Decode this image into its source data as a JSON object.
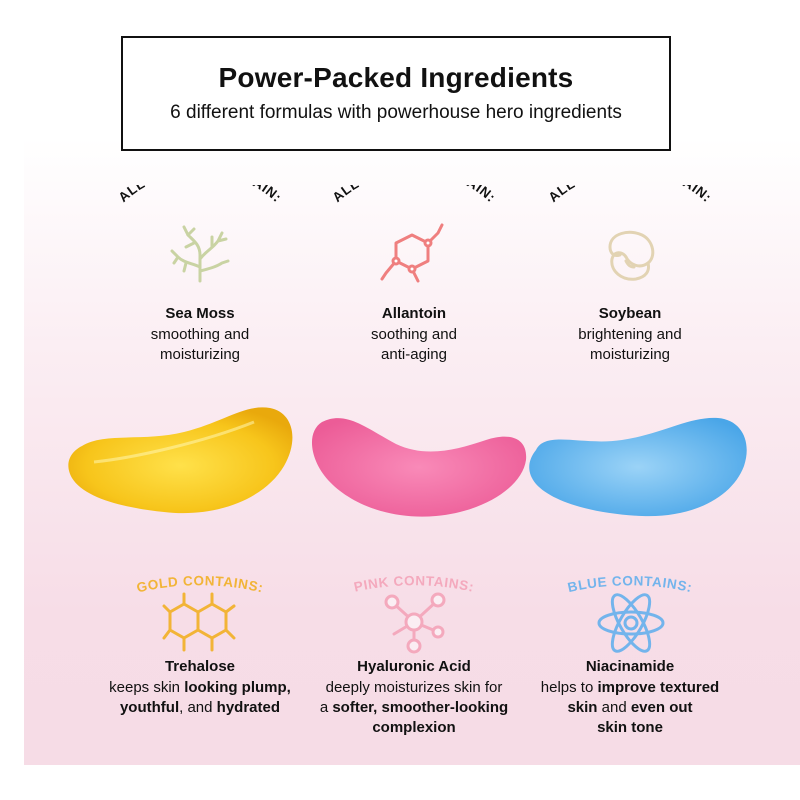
{
  "header": {
    "title": "Power-Packed Ingredients",
    "subtitle": "6 different formulas with powerhouse hero ingredients"
  },
  "colors": {
    "all_contain_text": "#111111",
    "sea_moss_icon": "#c9d3a3",
    "allantoin_icon": "#ef7f7f",
    "soybean_icon": "#e2d3b3",
    "gold": "#f2b437",
    "pink": "#f4a9bd",
    "blue": "#73b4ec",
    "gold_patch": "#f7c51b",
    "pink_patch": "#f06ba0",
    "blue_patch": "#5fb6ee"
  },
  "all_colors": [
    {
      "label": "ALL COLORS CONTAIN:",
      "icon": "sea-moss-icon",
      "name": "Sea Moss",
      "desc": [
        "smoothing and",
        "moisturizing"
      ]
    },
    {
      "label": "ALL COLORS CONTAIN:",
      "icon": "allantoin-molecule-icon",
      "name": "Allantoin",
      "desc": [
        "soothing and",
        "anti-aging"
      ]
    },
    {
      "label": "ALL COLORS CONTAIN:",
      "icon": "soybean-icon",
      "name": "Soybean",
      "desc": [
        "brightening and",
        "moisturizing"
      ]
    }
  ],
  "patches": [
    "gold-eye-patch",
    "pink-eye-patch",
    "blue-eye-patch"
  ],
  "color_specific": [
    {
      "label": "GOLD CONTAINS:",
      "icon": "trehalose-molecule-icon",
      "name": "Trehalose",
      "line1_a": "keeps skin ",
      "line1_b": "looking plump,",
      "line2_a": "youthful",
      "line2_b": ", and ",
      "line2_c": "hydrated"
    },
    {
      "label": "PINK CONTAINS:",
      "icon": "hyaluronic-acid-icon",
      "name": "Hyaluronic Acid",
      "line1": "deeply moisturizes skin for",
      "line2_a": "a ",
      "line2_b": "softer, smoother-looking",
      "line3": "complexion"
    },
    {
      "label": "BLUE CONTAINS:",
      "icon": "atom-icon",
      "name": "Niacinamide",
      "line1_a": "helps to ",
      "line1_b": "improve textured",
      "line2_a": "skin",
      "line2_b": " and ",
      "line2_c": "even out",
      "line3": "skin tone"
    }
  ]
}
